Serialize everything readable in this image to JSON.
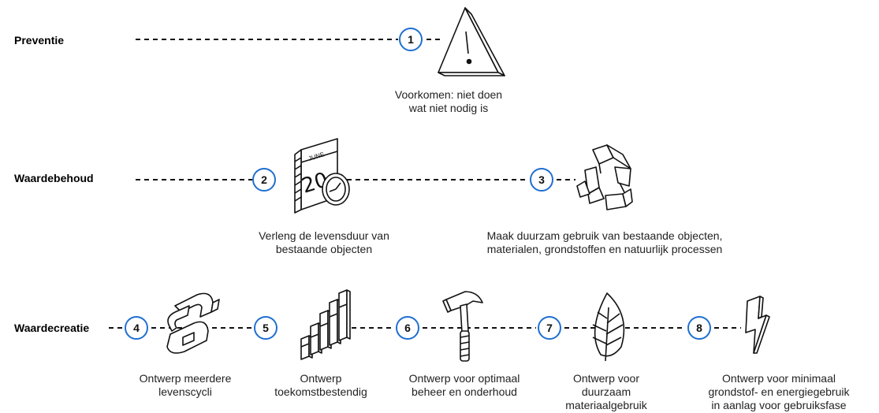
{
  "rows": [
    {
      "label": "Preventie"
    },
    {
      "label": "Waardebehoud"
    },
    {
      "label": "Waardecreatie"
    }
  ],
  "steps": [
    {
      "number": "1",
      "icon": "warning-triangle-icon",
      "caption": [
        "Voorkomen: niet doen",
        "wat niet nodig is"
      ]
    },
    {
      "number": "2",
      "icon": "calendar-clock-icon",
      "icon_text": "JUNE",
      "caption": [
        "Verleng de levensduur van",
        "bestaande objecten"
      ]
    },
    {
      "number": "3",
      "icon": "recycle-icon",
      "caption": [
        "Maak duurzam gebruik van bestaande objecten,",
        "materialen, grondstoffen en natuurlijk processen"
      ]
    },
    {
      "number": "4",
      "icon": "loop-cycle-icon",
      "caption": [
        "Ontwerp meerdere",
        "levenscycli"
      ]
    },
    {
      "number": "5",
      "icon": "growth-blocks-icon",
      "caption": [
        "Ontwerp",
        "toekomstbestendig"
      ]
    },
    {
      "number": "6",
      "icon": "hammer-icon",
      "caption": [
        "Ontwerp voor optimaal",
        "beheer en onderhoud"
      ]
    },
    {
      "number": "7",
      "icon": "leaf-icon",
      "caption": [
        "Ontwerp voor",
        "duurzaam",
        "materiaalgebruik"
      ]
    },
    {
      "number": "8",
      "icon": "lightning-bolt-icon",
      "caption": [
        "Ontwerp voor minimaal",
        "grondstof- en energiegebruik",
        "in aanlag voor gebruiksfase"
      ]
    }
  ],
  "colors": {
    "badge_border": "#1f6fd1",
    "line": "#111111"
  }
}
